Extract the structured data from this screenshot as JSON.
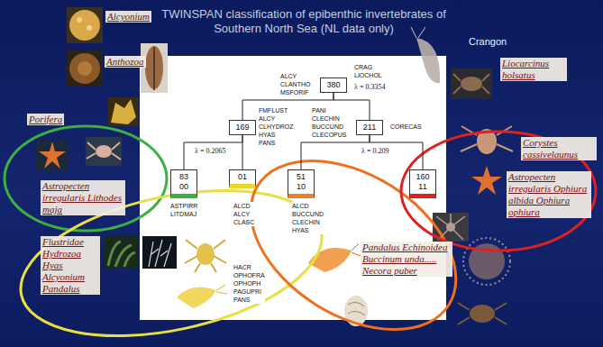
{
  "diagram": {
    "title": "TWINSPAN classification of epibenthic invertebrates of Southern North Sea (NL data only)",
    "nodes": [
      {
        "text": [
          "380"
        ]
      },
      {
        "text": [
          "169"
        ]
      },
      {
        "text": [
          "211"
        ]
      },
      {
        "text": [
          "83",
          "00"
        ]
      },
      {
        "text": [
          "01"
        ]
      },
      {
        "text": [
          "51",
          "10"
        ]
      },
      {
        "text": [
          "160",
          "11"
        ]
      }
    ],
    "edges": [
      {
        "from": 0,
        "to": 1,
        "arrow": "none"
      },
      {
        "from": 0,
        "to": 2,
        "arrow": "none"
      },
      {
        "from": 1,
        "to": 3,
        "arrow": "none"
      },
      {
        "from": 1,
        "to": 4,
        "arrow": "none"
      },
      {
        "from": 2,
        "to": 5,
        "arrow": "none"
      },
      {
        "from": 2,
        "to": 6,
        "arrow": "none"
      }
    ],
    "labels": [
      "ALCY CLANTHO MSFORIF",
      "CRAG LIOCHOL",
      "λ = 0.3354",
      "FMFLUST ALCY CLHYDROZ HYAS PANS",
      "PANI CLECHIN BUCCUND CLECOPUS",
      "CORECAS",
      "λ = 0.2065",
      "λ = 0.209",
      "ASTPIRR LITDMAJ",
      "ALCD ALCY CLASC",
      "HACR OPHOFRA OPHOPH PAGUPRI PANS",
      "ALCD BUCCUND CLECHIN HYAS",
      "Alcyonium",
      "Anthozoa",
      "Porifera",
      "Astropecten irregularis Lithodes maja",
      "Flustridae Hydrozoa Hyas Alcyonium Pandalus",
      "Crangon",
      "Liocarcinus holsatus",
      "Corystes cassivelaunus",
      "Astropecten irregularis Ophiura albida Ophiura ophiura",
      "Pandalus Echinoidea Buccinum unda..... Necora puber"
    ]
  }
}
